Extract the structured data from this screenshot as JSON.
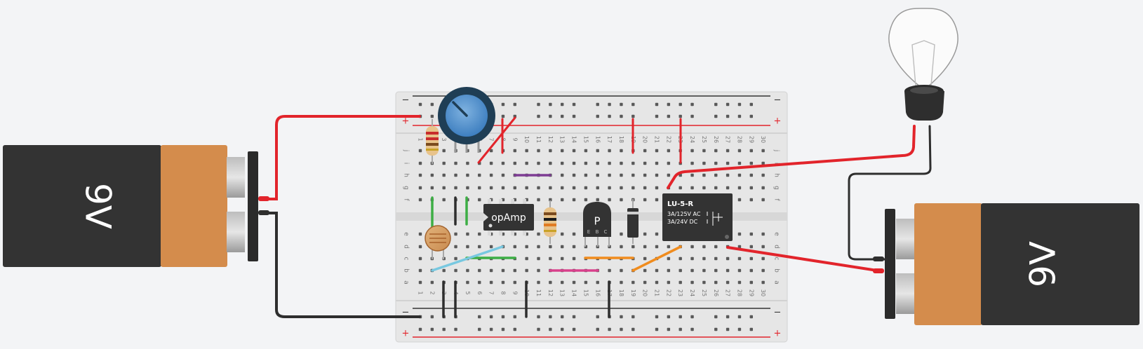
{
  "battery_left": {
    "label": "9V"
  },
  "battery_right": {
    "label": "9V"
  },
  "breadboard": {
    "rows_top": [
      "j",
      "i",
      "h",
      "g",
      "f"
    ],
    "rows_bottom": [
      "e",
      "d",
      "c",
      "b",
      "a"
    ],
    "rail_minus": "−",
    "rail_plus": "+",
    "columns": [
      "1",
      "2",
      "3",
      "4",
      "5",
      "6",
      "7",
      "8",
      "9",
      "10",
      "11",
      "12",
      "13",
      "14",
      "15",
      "16",
      "17",
      "18",
      "19",
      "20",
      "21",
      "22",
      "23",
      "24",
      "25",
      "26",
      "27",
      "28",
      "29",
      "30"
    ]
  },
  "opamp": {
    "label": "opAmp"
  },
  "transistor": {
    "label": "P",
    "pins": [
      "E",
      "B",
      "C"
    ]
  },
  "relay": {
    "title": "LU-5-R",
    "line1": "3A/125V AC",
    "line2": "3A/24V  DC"
  },
  "colors": {
    "red": "#e2242b",
    "black": "#2e2e2e",
    "green": "#3dae45",
    "purple": "#7e3d94",
    "cyan": "#78c8e0",
    "orange": "#f08c1e",
    "magenta": "#d9408c",
    "battery_body": "#333333",
    "battery_cap": "#d48c4c",
    "board": "#e6e6e6"
  }
}
